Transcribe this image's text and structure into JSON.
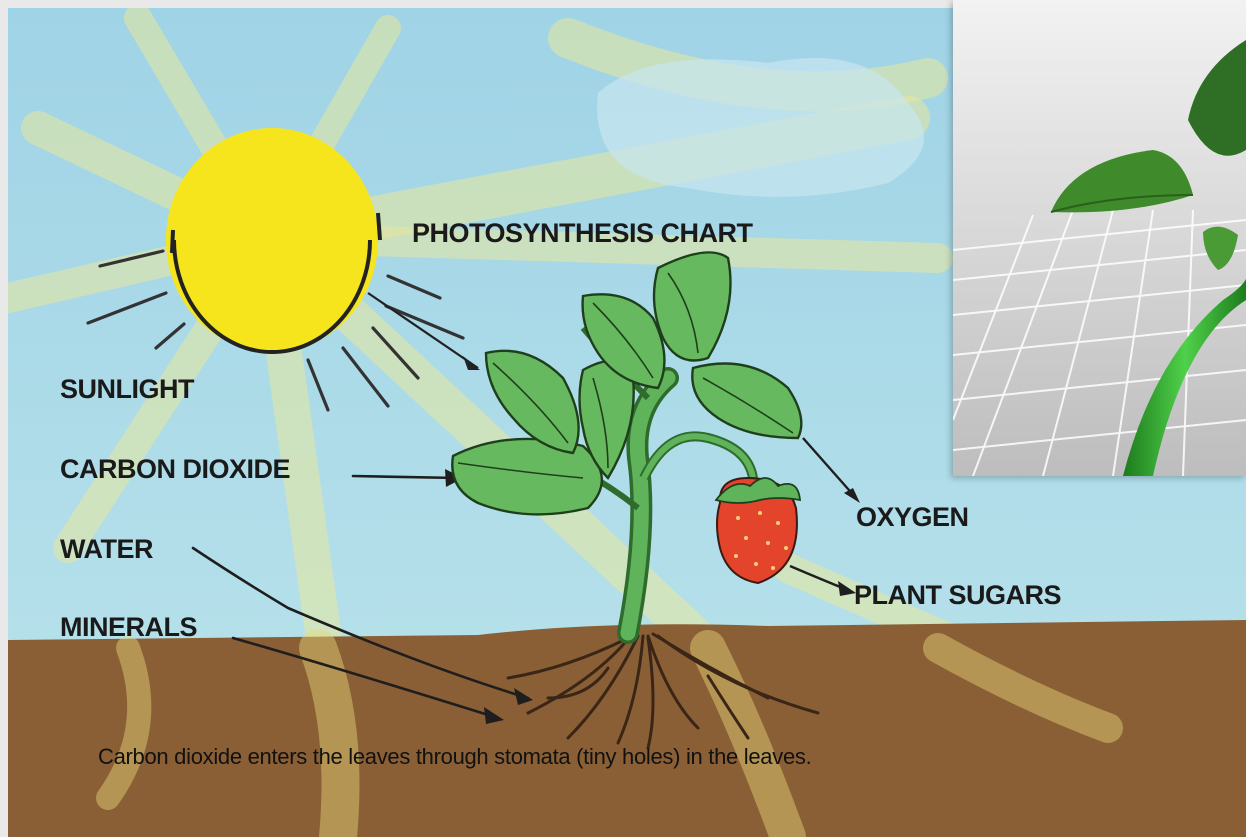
{
  "title": "PHOTOSYNTHESIS CHART",
  "labels": {
    "sunlight": "SUNLIGHT",
    "carbon_dioxide": "CARBON DIOXIDE",
    "water": "WATER",
    "minerals": "MINERALS",
    "oxygen": "OXYGEN",
    "plant_sugars": "PLANT SUGARS"
  },
  "caption": "Carbon dioxide enters the leaves through stomata (tiny holes) in the leaves.",
  "colors": {
    "sky": "#a9d9e6",
    "soil": "#8a5f35",
    "sun": "#f6e51c",
    "leaf": "#67b95f",
    "leaf_dark": "#2f6b2c",
    "berry": "#e3442b",
    "inset_bg": "#d8d8d8",
    "stem_green": "#29a52a"
  }
}
